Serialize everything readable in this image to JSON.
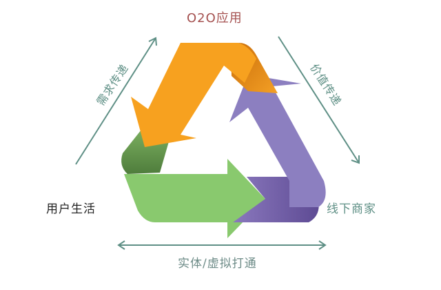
{
  "title": "O2O应用",
  "nodes": {
    "left": "用户生活",
    "right": "线下商家"
  },
  "edges": {
    "left_side": "需求传递",
    "right_side": "价值传递",
    "bottom": "实体/虚拟打通"
  },
  "colors": {
    "title": "#a4504f",
    "orange_arrow": "#f7a11f",
    "orange_shadow": "#d97e0e",
    "purple_arrow": "#8c7fc0",
    "purple_shadow": "#6c5aa3",
    "green_arrow": "#89c96e",
    "green_shadow": "#5c8c48",
    "connector_line": "#5e8f85",
    "label_teal": "#5e8f85",
    "label_dark": "#222222"
  },
  "arrows": [
    {
      "name": "orange",
      "direction": "down-left",
      "from": "top",
      "to": "left"
    },
    {
      "name": "green",
      "direction": "right",
      "from": "left",
      "to": "right"
    },
    {
      "name": "purple",
      "direction": "up-left",
      "from": "right",
      "to": "top"
    }
  ]
}
